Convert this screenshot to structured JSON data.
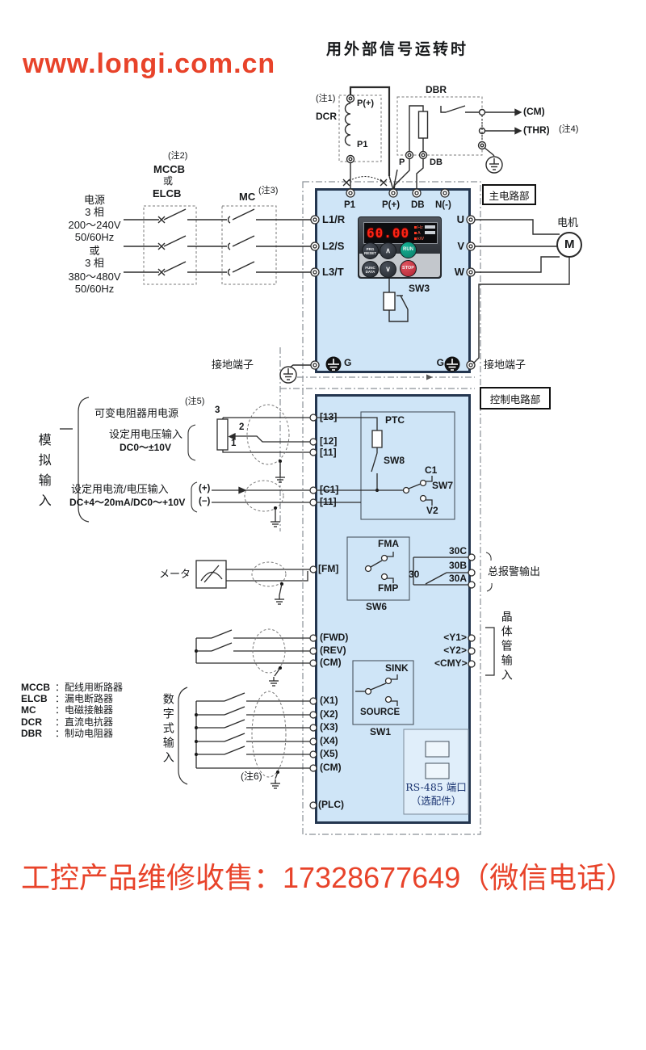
{
  "watermark": {
    "site": "www.longi.com.cn",
    "color": "#e8432a"
  },
  "footer": {
    "text": "工控产品维修收售：17328677649（微信电话）"
  },
  "title": "用外部信号运转时",
  "top": {
    "note1": "(注1)",
    "dcr": "DCR",
    "p_plus_inner": "P(+)",
    "p1_inner": "P1",
    "dbr": "DBR",
    "p": "P",
    "db": "DB",
    "cm": "(CM)",
    "thr": "(THR)",
    "note4": "(注4)"
  },
  "breaker": {
    "note2": "(注2)",
    "mccb": "MCCB",
    "or": "或",
    "elcb": "ELCB",
    "mc": "MC",
    "note3": "(注3)"
  },
  "power": {
    "lines": [
      "电源",
      "3 相",
      "200～240V",
      "50/60Hz",
      "或",
      "3 相",
      "380～480V",
      "50/60Hz"
    ]
  },
  "main_circuit": {
    "section_label": "主电路部",
    "terminals_top": [
      "P1",
      "P(+)",
      "DB",
      "N(-)"
    ],
    "terminals_left": [
      "L1/R",
      "L2/S",
      "L3/T"
    ],
    "terminals_right": [
      "U",
      "V",
      "W"
    ],
    "ground_label_left": "接地端子",
    "ground_label_right": "接地端子",
    "g_left": "G",
    "g_right": "G",
    "motor_label": "电机",
    "motor_m": "M",
    "sw3": "SW3"
  },
  "keypad": {
    "display": "60.00",
    "units": [
      "Hz",
      "A",
      "kW"
    ],
    "btn_prg": "PRG",
    "btn_reset": "RESET",
    "btn_func": "FUNC",
    "btn_data": "DATA",
    "btn_up": "∧",
    "btn_down": "∨",
    "btn_run": "RUN",
    "btn_stop": "STOP"
  },
  "control_circuit": {
    "section_label": "控制电路部",
    "analog": {
      "group_label": "模拟输入",
      "note5": "(注5)",
      "pot_power": "可变电阻器用电源",
      "volt_label": "设定用电压输入",
      "volt_range": "DC0～±10V",
      "pot_pins": [
        "3",
        "2",
        "1"
      ],
      "cur_label": "设定用电流/电压输入",
      "cur_range": "DC+4～20mA/DC0～+10V",
      "plus": "(+)",
      "minus": "(−)"
    },
    "terminals_left": [
      "[13]",
      "[12]",
      "[11]",
      "[C1]",
      "[11]",
      "[FM]",
      "(FWD)",
      "(REV)",
      "(CM)",
      "(X1)",
      "(X2)",
      "(X3)",
      "(X4)",
      "(X5)",
      "(CM)",
      "(PLC)"
    ],
    "ptc": "PTC",
    "sw8": "SW8",
    "c1": "C1",
    "sw7": "SW7",
    "v2": "V2",
    "fma": "FMA",
    "fmp": "FMP",
    "sw6": "SW6",
    "meter": "メータ",
    "relay": {
      "r30": "30",
      "r30c": "30C",
      "r30b": "30B",
      "r30a": "30A",
      "alarm": "总报警输出"
    },
    "transistor": {
      "y1": "<Y1>",
      "y2": "<Y2>",
      "cmy": "<CMY>",
      "group_label": "晶体管输入"
    },
    "sink": "SINK",
    "source": "SOURCE",
    "sw1": "SW1",
    "digital": {
      "group_label": "数字式输入",
      "note6": "(注6)"
    },
    "rs485": {
      "line1": "RS-485 端口",
      "line2": "（选配件）"
    }
  },
  "legend": {
    "rows": [
      {
        "abbr": "MCCB",
        "desc": "：配线用断路器"
      },
      {
        "abbr": "ELCB",
        "desc": "：漏电断路器"
      },
      {
        "abbr": "MC",
        "desc": "：电磁接触器"
      },
      {
        "abbr": "DCR",
        "desc": "：直流电抗器"
      },
      {
        "abbr": "DBR",
        "desc": "：制动电阻器"
      }
    ]
  }
}
